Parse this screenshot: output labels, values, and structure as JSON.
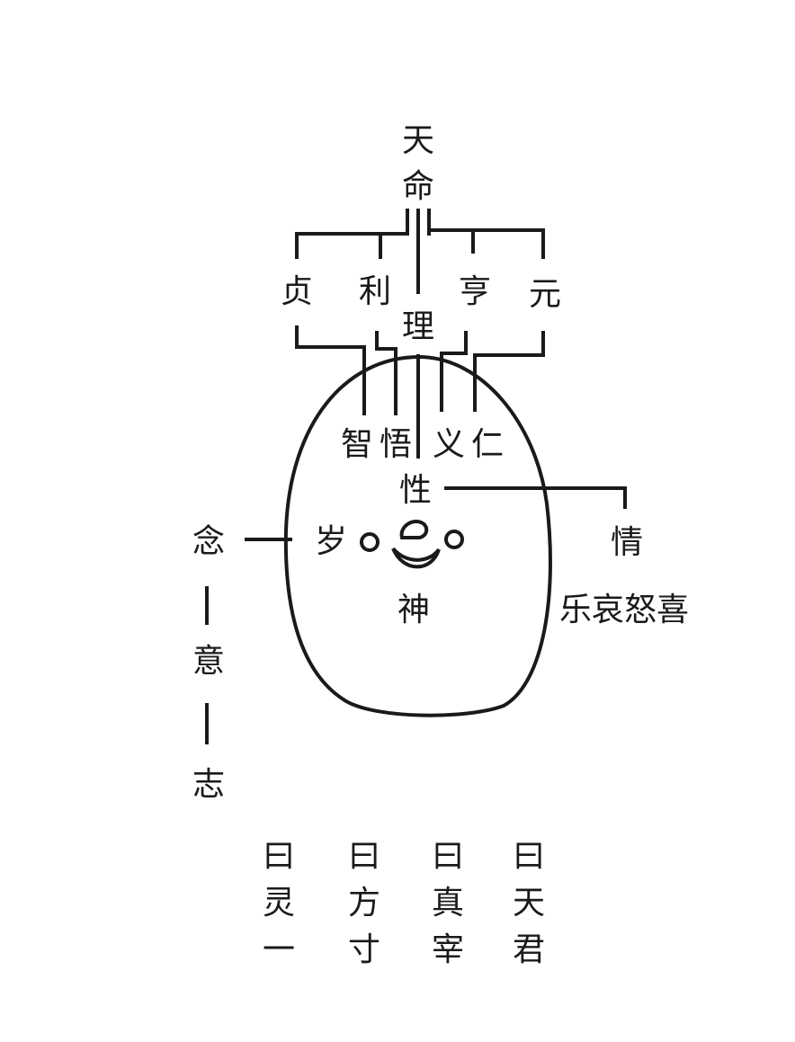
{
  "labels": {
    "tian": "天",
    "ming": "命",
    "zhen_virtue": "贞",
    "li_virtue": "利",
    "heng": "亨",
    "yuan": "元",
    "li_principle": "理",
    "zhi": "智",
    "wu": "悟",
    "yi_virtue": "义",
    "ren": "仁",
    "xing": "性",
    "qing": "情",
    "emotions": "乐哀怒喜",
    "sui": "岁",
    "shen": "神",
    "nian": "念",
    "yi_mind": "意",
    "zhi_will": "志"
  },
  "columns": [
    [
      "曰",
      "灵",
      "一"
    ],
    [
      "曰",
      "方",
      "寸"
    ],
    [
      "曰",
      "真",
      "宰"
    ],
    [
      "曰",
      "天",
      "君"
    ]
  ]
}
